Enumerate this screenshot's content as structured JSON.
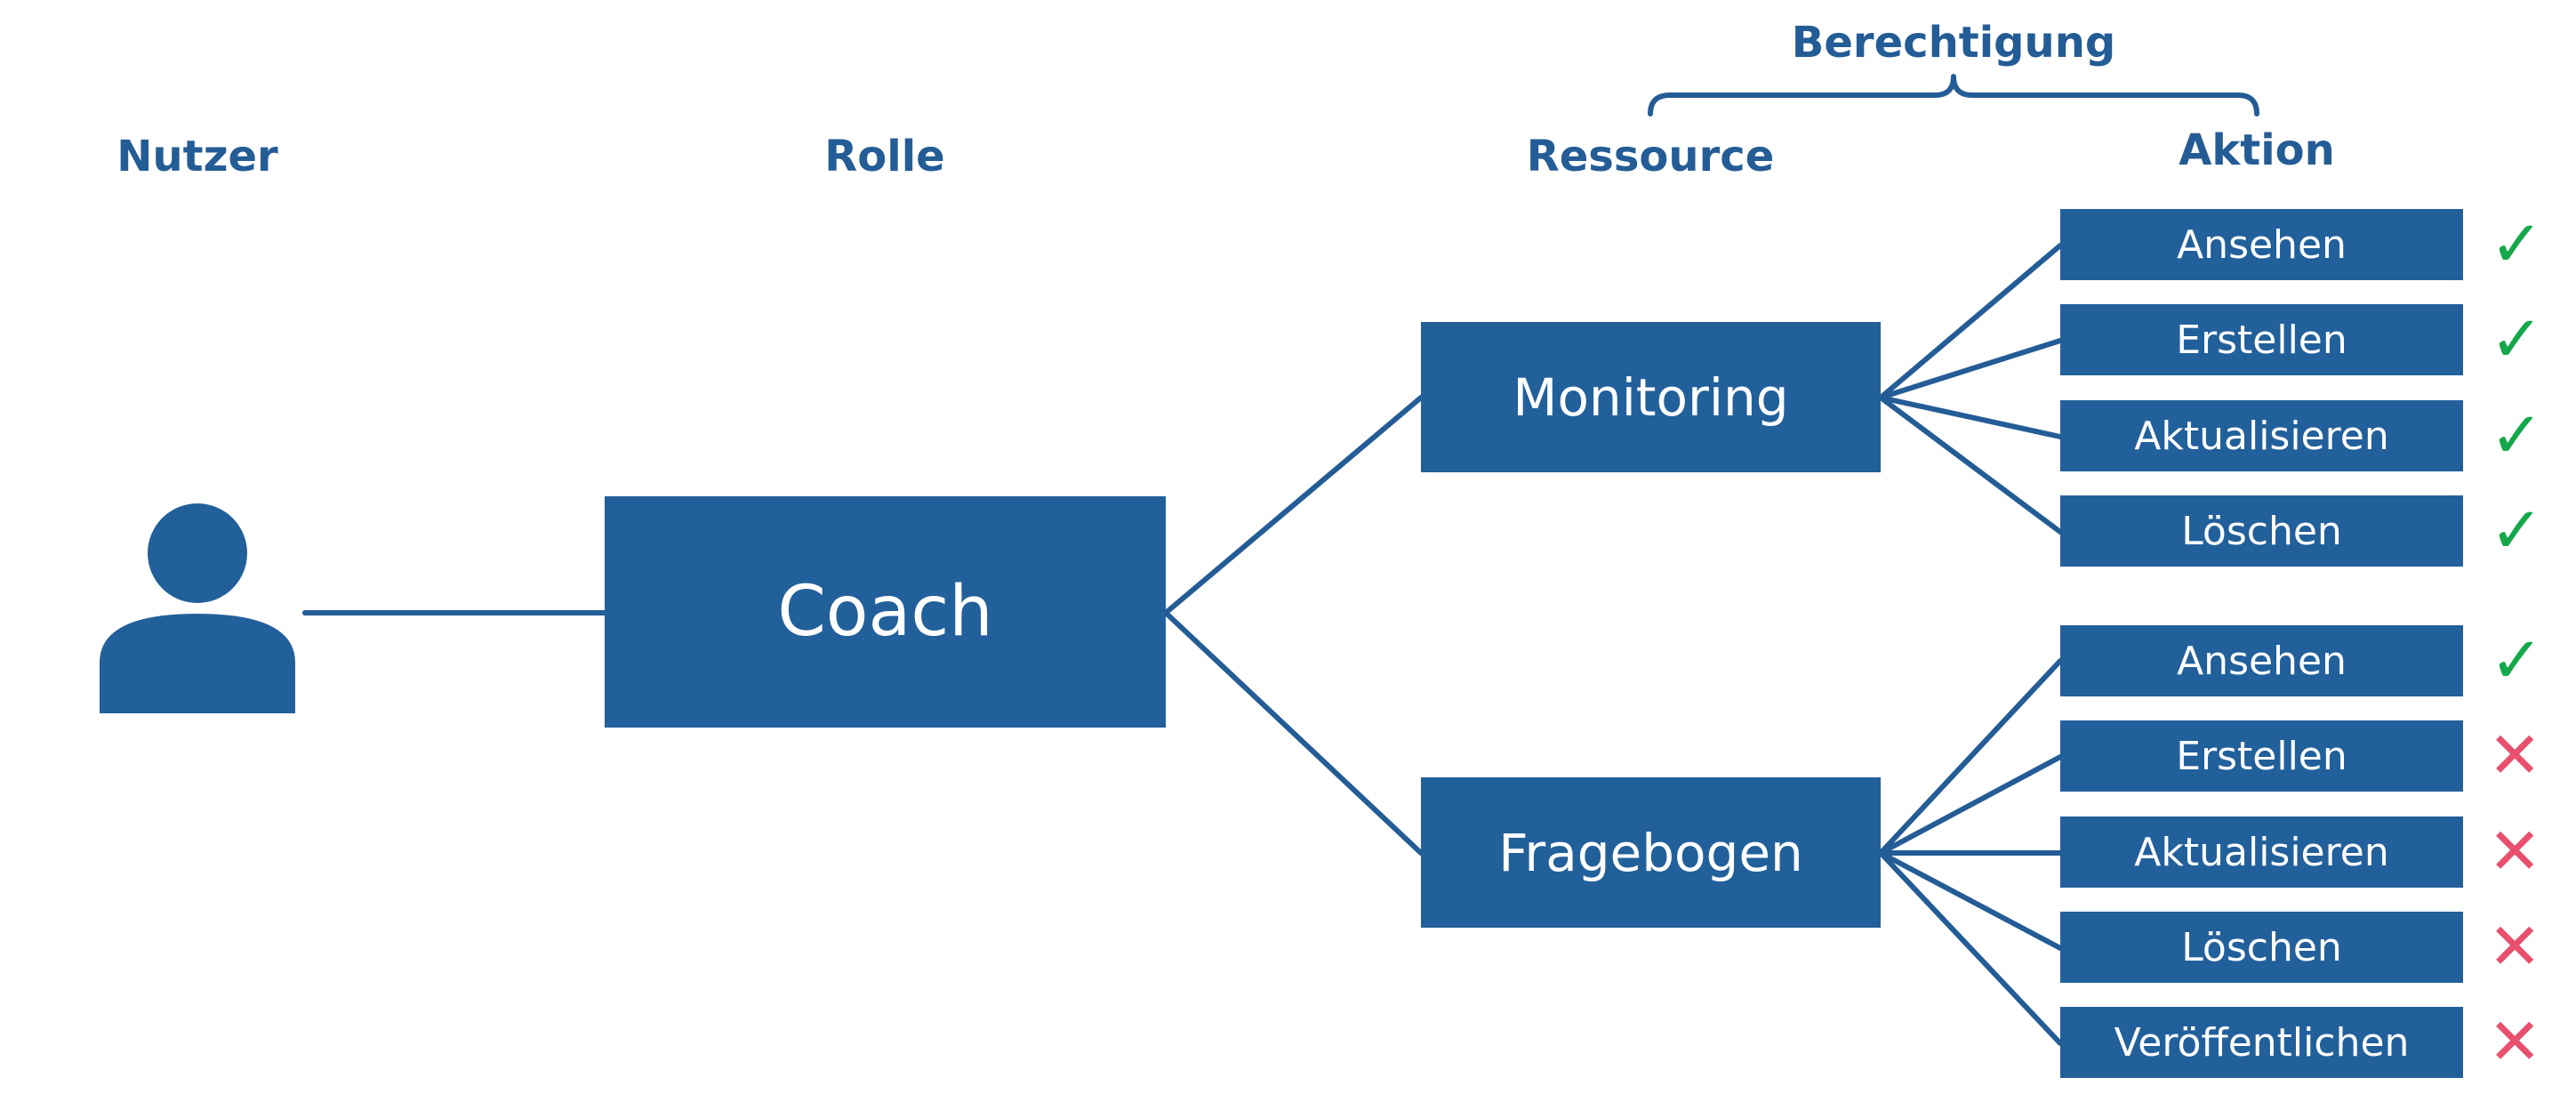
{
  "headers": {
    "nutzer": "Nutzer",
    "rolle": "Rolle",
    "ressource": "Ressource",
    "aktion": "Aktion",
    "berechtigung": "Berechtigung"
  },
  "user": {
    "icon": "user-icon"
  },
  "role": {
    "label": "Coach"
  },
  "resources": [
    {
      "label": "Monitoring",
      "actions": [
        {
          "label": "Ansehen",
          "allowed": true
        },
        {
          "label": "Erstellen",
          "allowed": true
        },
        {
          "label": "Aktualisieren",
          "allowed": true
        },
        {
          "label": "Löschen",
          "allowed": true
        }
      ]
    },
    {
      "label": "Fragebogen",
      "actions": [
        {
          "label": "Ansehen",
          "allowed": true
        },
        {
          "label": "Erstellen",
          "allowed": false
        },
        {
          "label": "Aktualisieren",
          "allowed": false
        },
        {
          "label": "Löschen",
          "allowed": false
        },
        {
          "label": "Veröffentlichen",
          "allowed": false
        }
      ]
    }
  ],
  "marks": {
    "allowed": "✓",
    "denied": "✕"
  },
  "colors": {
    "primary": "#22609b",
    "header_text": "#245c96",
    "allowed": "#14a84a",
    "denied": "#e8506e"
  }
}
